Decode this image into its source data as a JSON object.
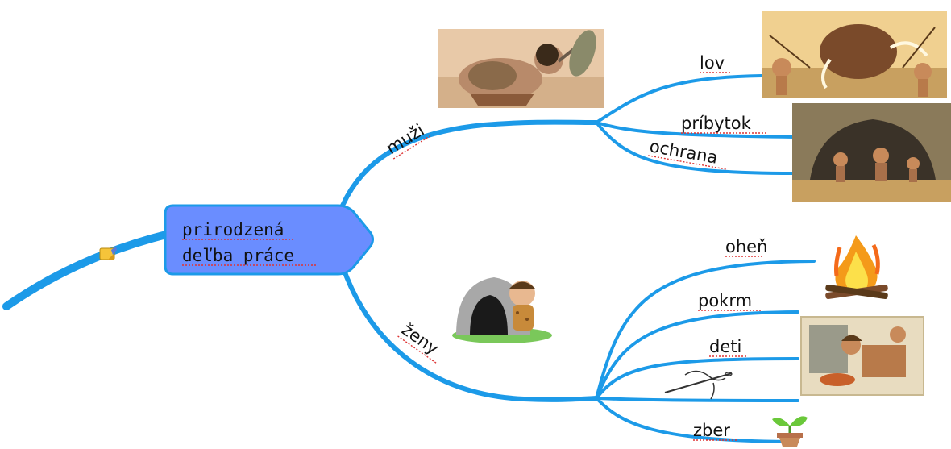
{
  "central_topic": {
    "line1": "prirodzená",
    "line2": "deľba práce"
  },
  "branches": {
    "men": {
      "label": "muži",
      "subtopics": [
        "lov",
        "príbytok",
        "ochrana"
      ]
    },
    "women": {
      "label": "ženy",
      "subtopics": [
        "oheň",
        "pokrm",
        "deti",
        "",
        "zber"
      ]
    }
  },
  "colors": {
    "branch": "#1c9ae8",
    "central_fill": "#6a8dff",
    "central_border": "#1c9ae8"
  },
  "icons": [
    "note-icon",
    "caveman-club-image",
    "mammoth-hunt-image",
    "cave-family-image",
    "cavewoman-cave-image",
    "campfire-image",
    "cave-cooking-image",
    "needle-thread-image",
    "plant-pot-image"
  ]
}
